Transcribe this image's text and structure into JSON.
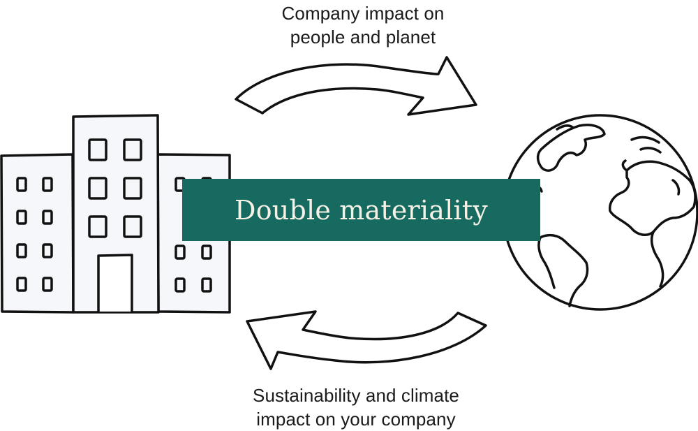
{
  "diagram": {
    "title": "Double materiality",
    "top_caption": {
      "line1": "Company impact on",
      "line2": "people and planet"
    },
    "bottom_caption": {
      "line1": "Sustainability and climate",
      "line2": "impact on your company"
    },
    "colors": {
      "banner": "#176a5f",
      "banner_text": "#f4f1e6",
      "outline": "#111111",
      "building_fill": "#f6f7fb"
    },
    "icons": [
      "building-icon",
      "globe-icon",
      "arrow-right-icon",
      "arrow-left-icon"
    ]
  }
}
